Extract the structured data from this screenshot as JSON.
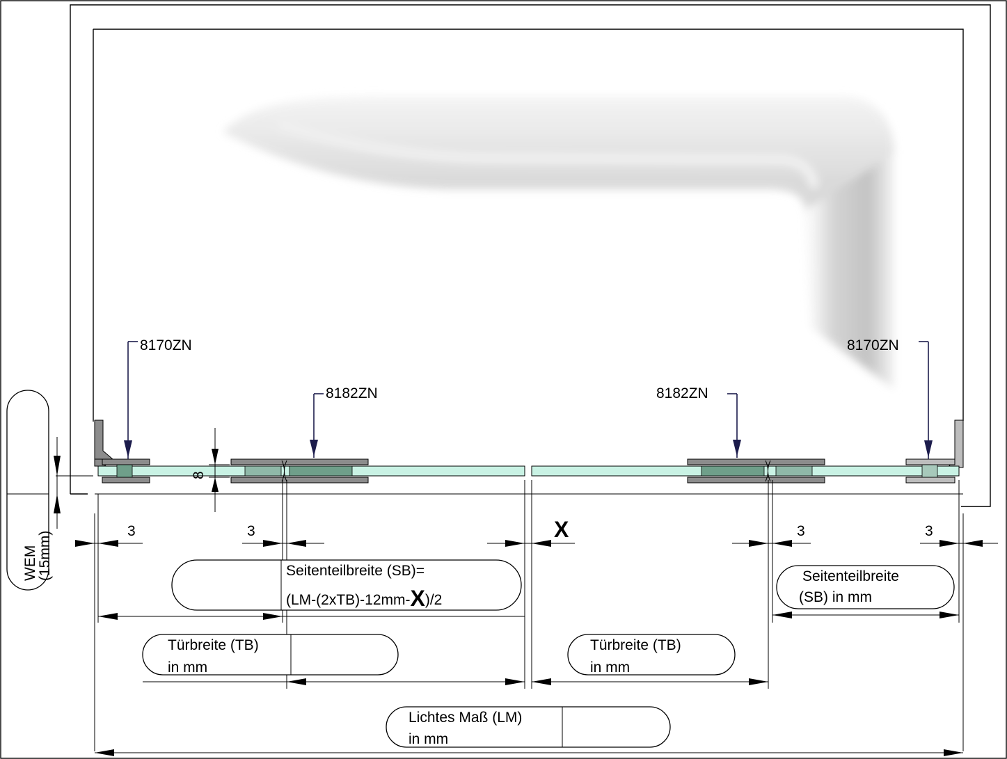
{
  "labels": {
    "part_left_hinge": "8170ZN",
    "part_right_hinge": "8170ZN",
    "part_left_connector": "8182ZN",
    "part_right_connector": "8182ZN",
    "dim_8": "8",
    "dim_3_a": "3",
    "dim_3_b": "3",
    "dim_3_c": "3",
    "dim_3_d": "3",
    "dim_x": "X",
    "wem_line1": "WEM",
    "wem_line2": "(15mm)",
    "sb_formula_line1": "Seitenteilbreite (SB)=",
    "sb_formula_line2_a": "(LM-(2xTB)-12mm-",
    "sb_formula_line2_x": "X",
    "sb_formula_line2_b": ")/2",
    "sb_right_line1": "Seitenteilbreite",
    "sb_right_line2": "(SB) in mm",
    "tb_left_line1": "Türbreite (TB)",
    "tb_left_line2": "in mm",
    "tb_right_line1": "Türbreite (TB)",
    "tb_right_line2": "in mm",
    "lm_line1": "Lichtes Maß (LM)",
    "lm_line2": "in mm"
  },
  "colors": {
    "glass": "#c9f2e4",
    "metal": "#8c8c8c",
    "pointer": "#1c1c4c"
  }
}
